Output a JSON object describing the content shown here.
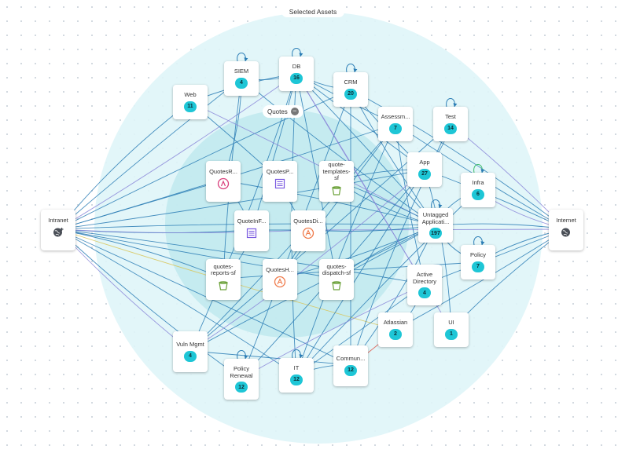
{
  "zone": {
    "label": "Selected Assets"
  },
  "group": {
    "label": "Quotes",
    "toggle": "−"
  },
  "nodes": {
    "intranet": {
      "label": "Intranet",
      "icon": "globe-plus-icon"
    },
    "internet": {
      "label": "Internet",
      "icon": "globe-icon"
    },
    "web": {
      "label": "Web",
      "count": "11"
    },
    "siem": {
      "label": "SIEM",
      "count": "4"
    },
    "db": {
      "label": "DB",
      "count": "16"
    },
    "crm": {
      "label": "CRM",
      "count": "20"
    },
    "assessm": {
      "label": "Assessm...",
      "count": "7"
    },
    "test": {
      "label": "Test",
      "count": "14"
    },
    "app": {
      "label": "App",
      "count": "27"
    },
    "infra": {
      "label": "Infra",
      "count": "6"
    },
    "untagged": {
      "label": "Untagged Applicati...",
      "count": "197"
    },
    "policy": {
      "label": "Policy",
      "count": "7"
    },
    "active_directory": {
      "label": "Active Directory",
      "count": "4"
    },
    "atlassian": {
      "label": "Atlassian",
      "count": "2"
    },
    "ui": {
      "label": "UI",
      "count": "1"
    },
    "commun": {
      "label": "Commun...",
      "count": "12"
    },
    "it": {
      "label": "IT",
      "count": "12"
    },
    "policy_renewal": {
      "label": "Policy Renewal",
      "count": "12"
    },
    "vuln_mgmt": {
      "label": "Vuln Mgmt",
      "count": "4"
    },
    "quotes_r": {
      "label": "QuotesR...",
      "icon": "lambda-icon"
    },
    "quotes_p": {
      "label": "QuotesP...",
      "icon": "queue-icon"
    },
    "quote_templates": {
      "label": "quote-templates-sf",
      "icon": "bucket-icon"
    },
    "quote_inf": {
      "label": "QuoteInF...",
      "icon": "queue-icon"
    },
    "quotes_di": {
      "label": "QuotesDi...",
      "icon": "function-icon"
    },
    "quotes_reports": {
      "label": "quotes-reports-sf",
      "icon": "bucket-icon"
    },
    "quotes_h": {
      "label": "QuotesH...",
      "icon": "function-icon"
    },
    "quotes_dispatch": {
      "label": "quotes-dispatch-sf",
      "icon": "bucket-icon"
    }
  },
  "colors": {
    "edge_primary": "#2b7db5",
    "edge_secondary": "#8a87d9",
    "edge_highlight": "#d9c65a",
    "edge_alert": "#e05a4e",
    "badge": "#1ec6d6",
    "zone_outer": "#dff5f8",
    "zone_inner": "#bfe9ef",
    "lambda": "#d93f7c",
    "queue": "#7a5ae0",
    "function": "#ef7a4a",
    "bucket": "#6ca23a"
  }
}
